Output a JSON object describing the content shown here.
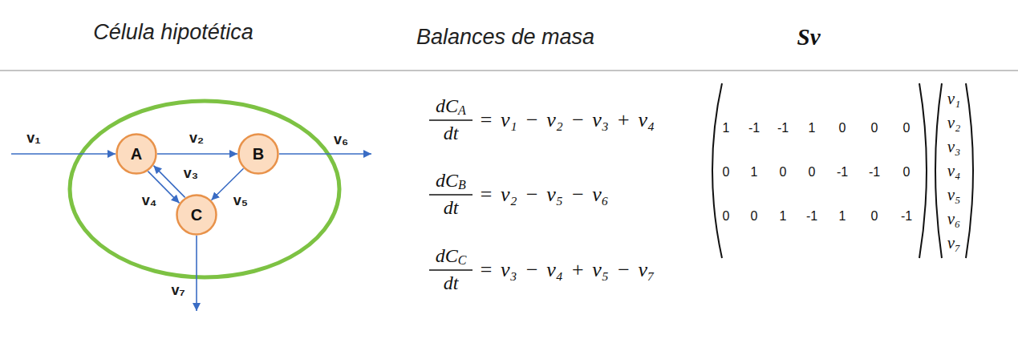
{
  "diagram": {
    "nodes": [
      {
        "text": [
          "A"
        ]
      },
      {
        "text": [
          "B"
        ]
      },
      {
        "text": [
          "C"
        ]
      }
    ],
    "edges": [
      {
        "from": 0,
        "to": 1,
        "arrow": "to",
        "label": "v₂"
      },
      {
        "from": 0,
        "to": 2,
        "arrow": "to",
        "label": "v₃"
      },
      {
        "from": 2,
        "to": 0,
        "arrow": "to",
        "label": "v₄"
      },
      {
        "from": 1,
        "to": 2,
        "arrow": "to",
        "label": "v₅"
      }
    ],
    "labels": [
      "Célula hipotética",
      "Balances de masa",
      "Sv",
      "v₁",
      "v₆",
      "v₇",
      "dC",
      "A",
      "dt",
      "= v₁ − v₂ − v₃ + v₄",
      "dC",
      "B",
      "dt",
      "= v₂ − v₅ − v₆",
      "dC",
      "C",
      "dt",
      "= v₃ − v₄ + v₅ − v₇",
      "1",
      "-1",
      "-1",
      "1",
      "0",
      "0",
      "0",
      "0",
      "1",
      "0",
      "0",
      "-1",
      "-1",
      "0",
      "0",
      "0",
      "1",
      "-1",
      "1",
      "0",
      "-1",
      "v₁",
      "v₂",
      "v₃",
      "v₄",
      "v₅",
      "v₆",
      "v₇"
    ]
  }
}
